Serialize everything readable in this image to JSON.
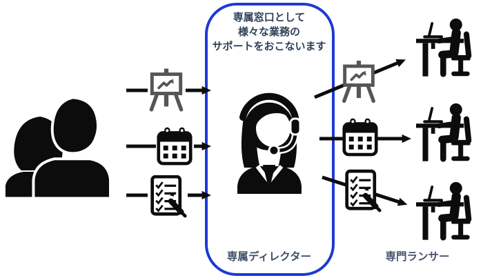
{
  "colors": {
    "background": "#ffffff",
    "box_border_blue": "#1d3ad2",
    "heading_text": "#2e4159",
    "director_label_text": "#3c4e66",
    "lancer_label_text": "#46526a",
    "icon_black": "#0c0c0c",
    "icon_gray": "#565656"
  },
  "box": {
    "heading_lines": [
      "専属窓口として",
      "様々な業務の",
      "サポートをおこないます"
    ],
    "label": "専属ディレクター"
  },
  "labels": {
    "lancer": "専門ランサー"
  },
  "icons": {
    "clients": "two-clients-silhouette",
    "director": "support-operator-with-headset",
    "lancers": "freelancer-working-at-desk",
    "task_types": [
      "presentation-easel-chart",
      "calendar",
      "checklist-with-pen"
    ]
  }
}
